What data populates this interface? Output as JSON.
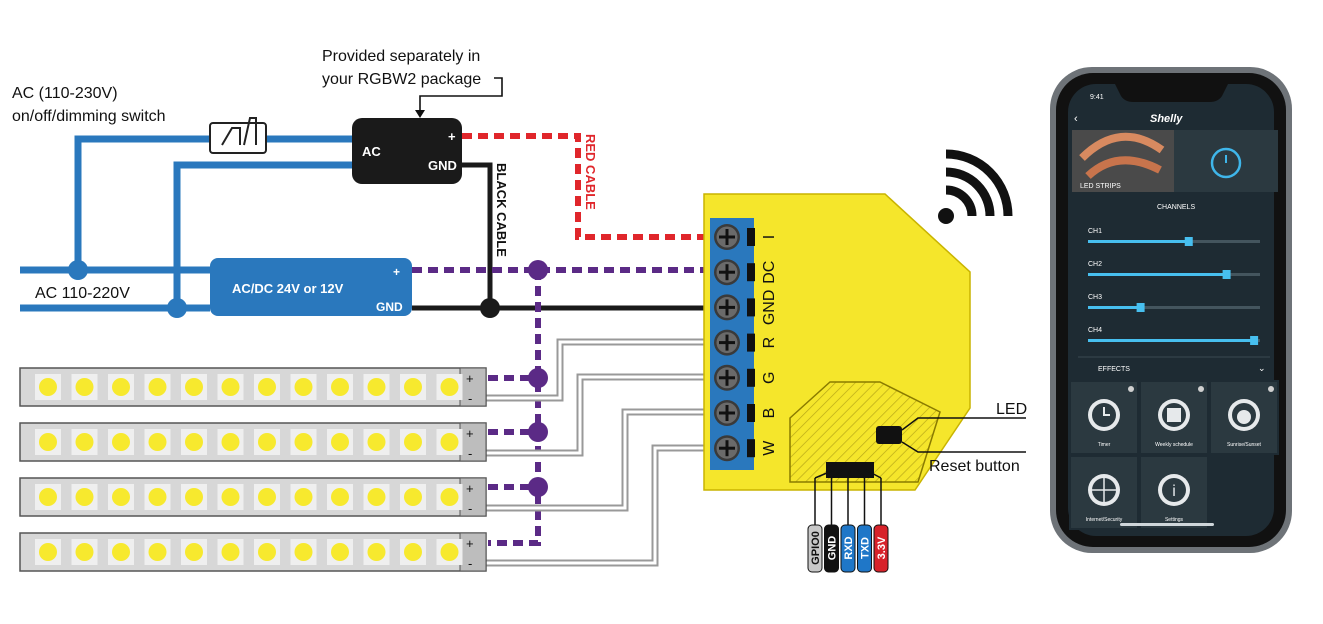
{
  "labels": {
    "ac_switch_line1": "AC (110-230V)",
    "ac_switch_line2": "on/off/dimming switch",
    "ac_mains": "AC 110-220V",
    "provided_line1": "Provided separately in",
    "provided_line2": "your RGBW2 package",
    "black_cable": "BLACK CABLE",
    "red_cable": "RED CABLE",
    "led": "LED",
    "reset_button": "Reset button"
  },
  "adapter": {
    "ac": "AC",
    "plus": "+",
    "gnd": "GND"
  },
  "psu": {
    "label": "AC/DC 24V or 12V",
    "plus": "+",
    "gnd": "GND"
  },
  "terminals": [
    "I",
    "DC",
    "GND",
    "R",
    "G",
    "B",
    "W"
  ],
  "pins": [
    {
      "label": "GPIO0",
      "color": "#c8c8c8",
      "text_color": "#111111"
    },
    {
      "label": "GND",
      "color": "#111111",
      "text_color": "#ffffff"
    },
    {
      "label": "RXD",
      "color": "#1f77c8",
      "text_color": "#ffffff"
    },
    {
      "label": "TXD",
      "color": "#1f77c8",
      "text_color": "#ffffff"
    },
    {
      "label": "3.3V",
      "color": "#d7222a",
      "text_color": "#ffffff"
    }
  ],
  "strip_signs": {
    "plus": "+",
    "minus": "-"
  },
  "phone": {
    "time": "9:41",
    "brand": "Shelly",
    "device": "LED STRIPS",
    "channels_title": "CHANNELS",
    "channels": [
      {
        "label": "CH1",
        "level": 0.58
      },
      {
        "label": "CH2",
        "level": 0.8
      },
      {
        "label": "CH3",
        "level": 0.3
      },
      {
        "label": "CH4",
        "level": 0.96
      }
    ],
    "effects": "EFFECTS",
    "tiles": [
      "Timer",
      "Weekly schedule",
      "Sunrise/Sunset",
      "Internet/Security",
      "Settings"
    ]
  },
  "colors": {
    "blue": "#2a78bd",
    "yellow": "#f5e62b",
    "red": "#e0262b",
    "purple": "#5b2a86",
    "black": "#1a1a1a"
  }
}
